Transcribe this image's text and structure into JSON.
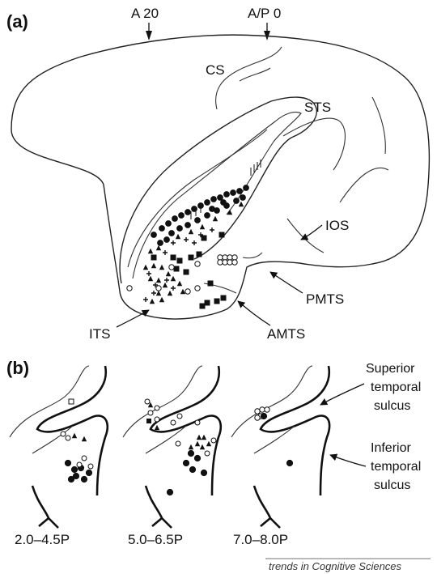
{
  "panel_a": {
    "panel_label": "(a)",
    "coord_labels": [
      "A 20",
      "A/P 0"
    ],
    "sulci": {
      "cs": "CS",
      "sts": "STS",
      "ios": "IOS",
      "pmts": "PMTS",
      "its": "ITS",
      "amts": "AMTS"
    }
  },
  "panel_b": {
    "panel_label": "(b)",
    "callouts": {
      "superior": [
        "Superior",
        "temporal",
        "sulcus"
      ],
      "inferior": [
        "Inferior",
        "temporal",
        "sulcus"
      ]
    },
    "section_ranges": [
      "2.0–4.5P",
      "5.0–6.5P",
      "7.0–8.0P"
    ]
  },
  "footer": {
    "credit": "trends in Cognitive Sciences"
  },
  "colors": {
    "ink": "#111111",
    "background": "#ffffff"
  }
}
